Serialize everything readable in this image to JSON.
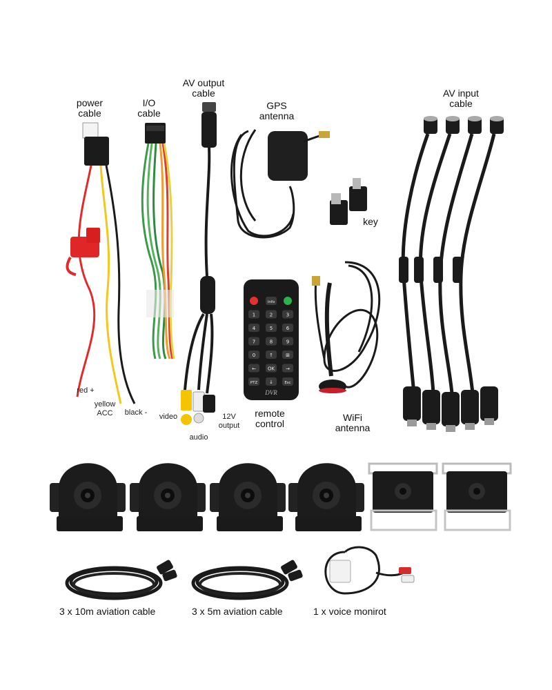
{
  "labels": {
    "power_cable": "power\ncable",
    "io_cable": "I/O\ncable",
    "av_output_cable": "AV output\ncable",
    "gps_antenna": "GPS\nantenna",
    "av_input_cable": "AV input\ncable",
    "key": "key",
    "red": "red +",
    "yellow": "yellow\nACC",
    "black": "black -",
    "video": "video",
    "audio": "audio",
    "v12": "12V\noutput",
    "remote_control": "remote\ncontrol",
    "wifi_antenna": "WiFi\nantenna",
    "cable_10m": "3 x 10m aviation cable",
    "cable_5m": "3 x 5m aviation cable",
    "voice_monitor": "1 x voice monirot"
  },
  "remote": {
    "brand": "DVR",
    "keys": [
      "",
      "info",
      "",
      "1",
      "2",
      "3",
      "4",
      "5",
      "6",
      "7",
      "8",
      "9",
      "0",
      "↑",
      "⊞",
      "←",
      "OK",
      "→",
      "PTZ",
      "↓",
      "Esc"
    ]
  },
  "colors": {
    "cable": "#1a1a1a",
    "red_wire": "#e32a2a",
    "yellow_wire": "#f2c81c",
    "green_wire": "#3a9a4a",
    "rca_yellow": "#f5c400",
    "rca_red": "#d52b2b"
  }
}
